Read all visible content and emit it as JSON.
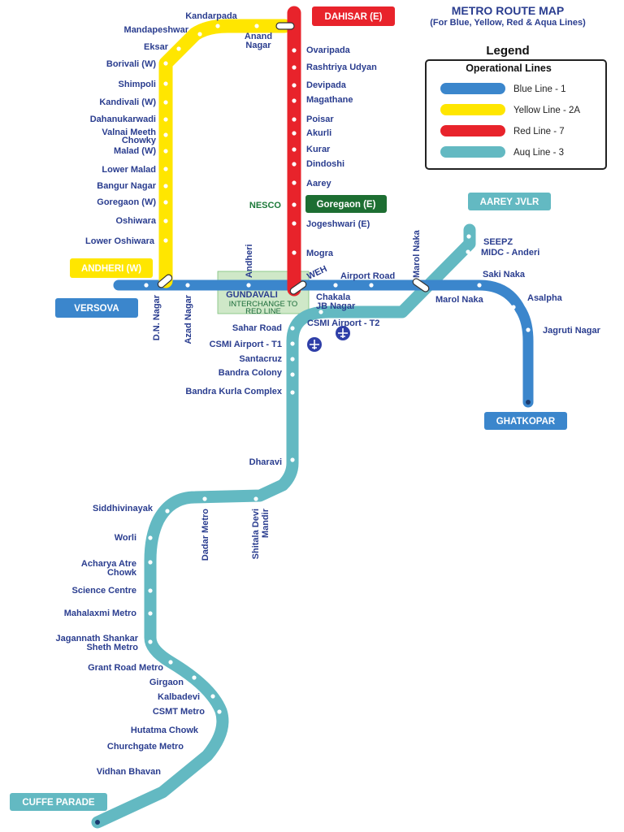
{
  "title": "METRO ROUTE MAP",
  "subtitle": "(For Blue, Yellow, Red & Aqua Lines)",
  "legend": {
    "heading": "Legend",
    "subheading": "Operational Lines",
    "items": [
      {
        "label": "Blue Line - 1",
        "color": "#3b86cc"
      },
      {
        "label": "Yellow Line - 2A",
        "color": "#ffe600"
      },
      {
        "label": "Red Line - 7",
        "color": "#e8232b"
      },
      {
        "label": "Auq Line - 3",
        "color": "#63b9c2"
      }
    ]
  },
  "colors": {
    "blue": "#3b86cc",
    "yellow": "#ffe600",
    "red": "#e8232b",
    "aqua": "#63b9c2",
    "green": "#1d6e32",
    "title": "#2a3d8f"
  },
  "terminals": {
    "dahisar": "DAHISAR (E)",
    "andheri_w": "ANDHERI (W)",
    "versova": "VERSOVA",
    "goregaon_e": "Goregaon (E)",
    "aarey_jvlr": "AAREY JVLR",
    "ghatkopar": "GHATKOPAR",
    "cuffe_parade": "CUFFE PARADE"
  },
  "interchange": {
    "name": "GUNDAVALI",
    "line1": "INTERCHANGE TO",
    "line2": "RED LINE"
  },
  "stations": {
    "yellow": [
      "Kandarpada",
      "Mandapeshwar",
      "Anand",
      "Nagar",
      "Eksar",
      "Borivali (W)",
      "Shimpoli",
      "Kandivali (W)",
      "Dahanukarwadi",
      "Valnai Meeth",
      "Chowky",
      "Malad (W)",
      "Lower Malad",
      "Bangur Nagar",
      "Goregaon (W)",
      "Oshiwara",
      "Lower Oshiwara"
    ],
    "red": [
      "Ovaripada",
      "Rashtriya Udyan",
      "Devipada",
      "Magathane",
      "Poisar",
      "Akurli",
      "Kurar",
      "Dindoshi",
      "Aarey",
      "NESCO",
      "Jogeshwari (E)",
      "Mogra",
      "WEH"
    ],
    "blue": [
      "D.N. Nagar",
      "Azad Nagar",
      "Andheri",
      "Airport Road",
      "Marol Naka",
      "Chakala",
      "JB Nagar",
      "Saki Naka",
      "Marol Naka",
      "Asalpha",
      "Jagruti Nagar"
    ],
    "aqua": [
      "SEEPZ",
      "MIDC - Anderi",
      "CSMI Airport -  T2",
      "Sahar Road",
      "CSMI Airport - T1",
      "Santacruz",
      "Bandra Colony",
      "Bandra Kurla Complex",
      "Dharavi",
      "Siddhivinayak",
      "Dadar Metro",
      "Shitala Devi",
      "Mandir",
      "Worli",
      "Acharya Atre",
      "Chowk",
      "Science Centre",
      "Mahalaxmi Metro",
      "Jagannath Shankar",
      "Sheth Metro",
      "Grant Road Metro",
      "Girgaon",
      "Kalbadevi",
      "CSMT Metro",
      "Hutatma Chowk",
      "Churchgate Metro",
      "Vidhan Bhavan"
    ]
  }
}
